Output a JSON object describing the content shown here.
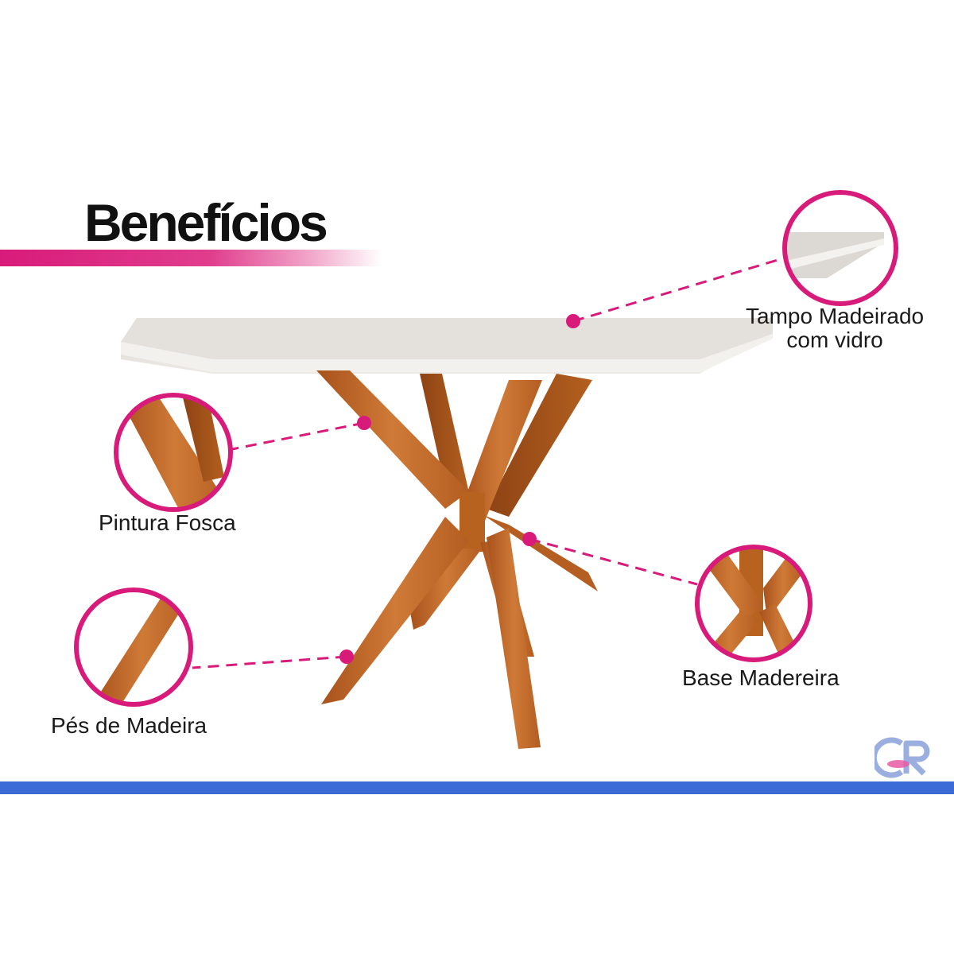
{
  "title": "Benefícios",
  "accent_color": "#d81b7a",
  "footer_bar_color": "#3c6ad6",
  "callouts": [
    {
      "id": "tampo",
      "lines": [
        "Tampo Madeirado",
        "com vidro"
      ],
      "icon": "tabletop-detail-icon"
    },
    {
      "id": "pintura",
      "lines": [
        "Pintura Fosca"
      ],
      "icon": "matte-finish-detail-icon"
    },
    {
      "id": "base",
      "lines": [
        "Base Madereira"
      ],
      "icon": "wooden-base-detail-icon"
    },
    {
      "id": "pes",
      "lines": [
        "Pés de Madeira"
      ],
      "icon": "wooden-leg-detail-icon"
    }
  ],
  "logo": {
    "text": "CR",
    "icon": "cr-logo-icon"
  }
}
